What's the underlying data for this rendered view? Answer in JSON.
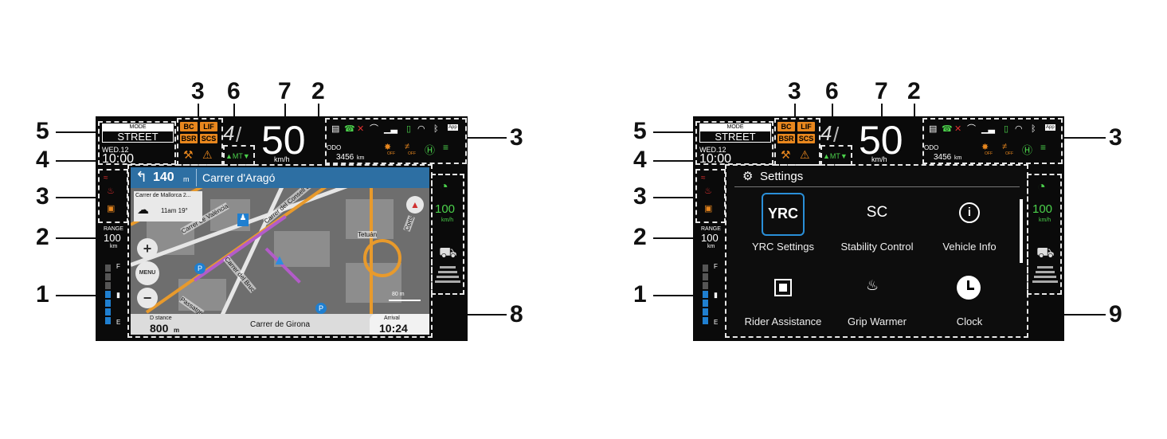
{
  "callouts": {
    "left": [
      "5",
      "4",
      "3",
      "2",
      "1"
    ],
    "top_left": [
      "3",
      "6",
      "7",
      "2"
    ],
    "right_map": [
      "3",
      "8"
    ],
    "top_right": [
      "3",
      "6",
      "7",
      "2"
    ],
    "right_settings": [
      "3",
      "9"
    ]
  },
  "cluster": {
    "mode_label": "MODE",
    "mode_value": "STREET",
    "date": "WED.12",
    "time": "10:00",
    "range_label": "RANGE",
    "range_value": "100",
    "range_unit": "km",
    "fuel_full": "F",
    "fuel_empty": "E",
    "tags": [
      "BC",
      "LIF",
      "BSR",
      "SCS"
    ],
    "gear": "4",
    "mt_label": "▲MT▼",
    "speed": "50",
    "speed_unit": "km/h",
    "odo_label": "ODO",
    "odo_value": "3456",
    "odo_unit": "km",
    "cruise_value": "100",
    "cruise_unit": "km/h",
    "status_icons": [
      "message-icon",
      "phone-icon",
      "mute-icon",
      "headset-icon",
      "signal-icon",
      "battery-icon",
      "wifi-icon",
      "bluetooth-icon",
      "app-icon"
    ],
    "status_app": "App",
    "off_label": "OFF"
  },
  "map_screen": {
    "turn_distance": "140",
    "turn_distance_unit": "m",
    "street_name": "Carrer d'Aragó",
    "poi_title": "Carrer de Mallorca 2...",
    "poi_time": "11am 19°",
    "street_labels": [
      "Carrer de València",
      "Carrer del Consell de",
      "Carrer del Bruc",
      "Passatge",
      "Tetuán",
      "Corts"
    ],
    "menu_label": "MENU",
    "zoom_in": "+",
    "zoom_out": "−",
    "scale": "80 m",
    "distance_label": "D stance",
    "distance_value": "800",
    "distance_unit": "m",
    "current_street": "Carrer de Girona",
    "arrival_label": "Arrival",
    "arrival_value": "10:24"
  },
  "settings_screen": {
    "title": "Settings",
    "items": [
      {
        "icon": "YRC",
        "label": "YRC Settings"
      },
      {
        "icon": "SC",
        "label": "Stability Control"
      },
      {
        "icon": "i",
        "label": "Vehicle Info"
      },
      {
        "icon": "chip-icon",
        "label": "Rider Assistance"
      },
      {
        "icon": "grip-heat-icon",
        "label": "Grip Warmer"
      },
      {
        "icon": "clock-icon",
        "label": "Clock"
      }
    ]
  },
  "colors": {
    "accent_orange": "#e8871e",
    "green": "#4bd14b",
    "blue_bar": "#1f7fd0",
    "nav_blue": "#2d6fa3",
    "selected_border": "#2a8fd8"
  }
}
